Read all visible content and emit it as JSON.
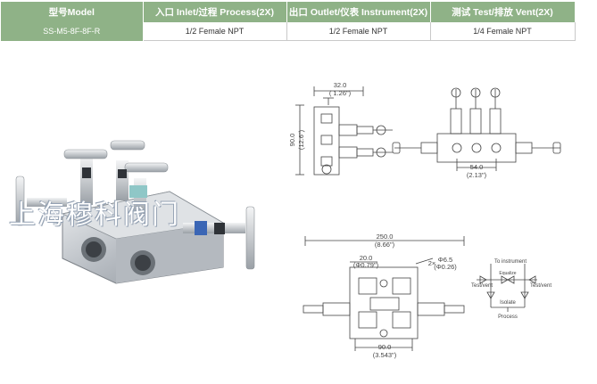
{
  "table": {
    "headers": [
      "型号Model",
      "入口 Inlet/过程 Process(2X)",
      "出口 Outlet/仪表 Instrument(2X)",
      "测试 Test/排放 Vent(2X)"
    ],
    "row": [
      "SS-M5-8F-8F-R",
      "1/2  Female NPT",
      "1/2 Female NPT",
      "1/4 Female NPT"
    ]
  },
  "watermark": "上海穆科阀门",
  "dims": {
    "side_width": "32.0",
    "side_width_in": "( 1.26\")",
    "side_height": "90.0",
    "side_height_in": "(12.6\")",
    "front_spacing": "54.0",
    "front_spacing_in": "(2.13\")",
    "top_length": "250.0",
    "top_length_in": "(8.66\")",
    "top_offset": "20.0",
    "top_offset_in": "(Φ0.79\")",
    "hole": "2×",
    "hole_dia": "Φ6.5",
    "hole_dia_in": "(Φ0.26)",
    "top_width": "90.0",
    "top_width_in": "(3.543\")"
  },
  "schematic": {
    "to_instrument": "To instrument",
    "test_vent_left": "Test/vent",
    "test_vent_right": "Test/vent",
    "equalize": "Equalize",
    "isolate": "Isolate",
    "process": "Process"
  }
}
